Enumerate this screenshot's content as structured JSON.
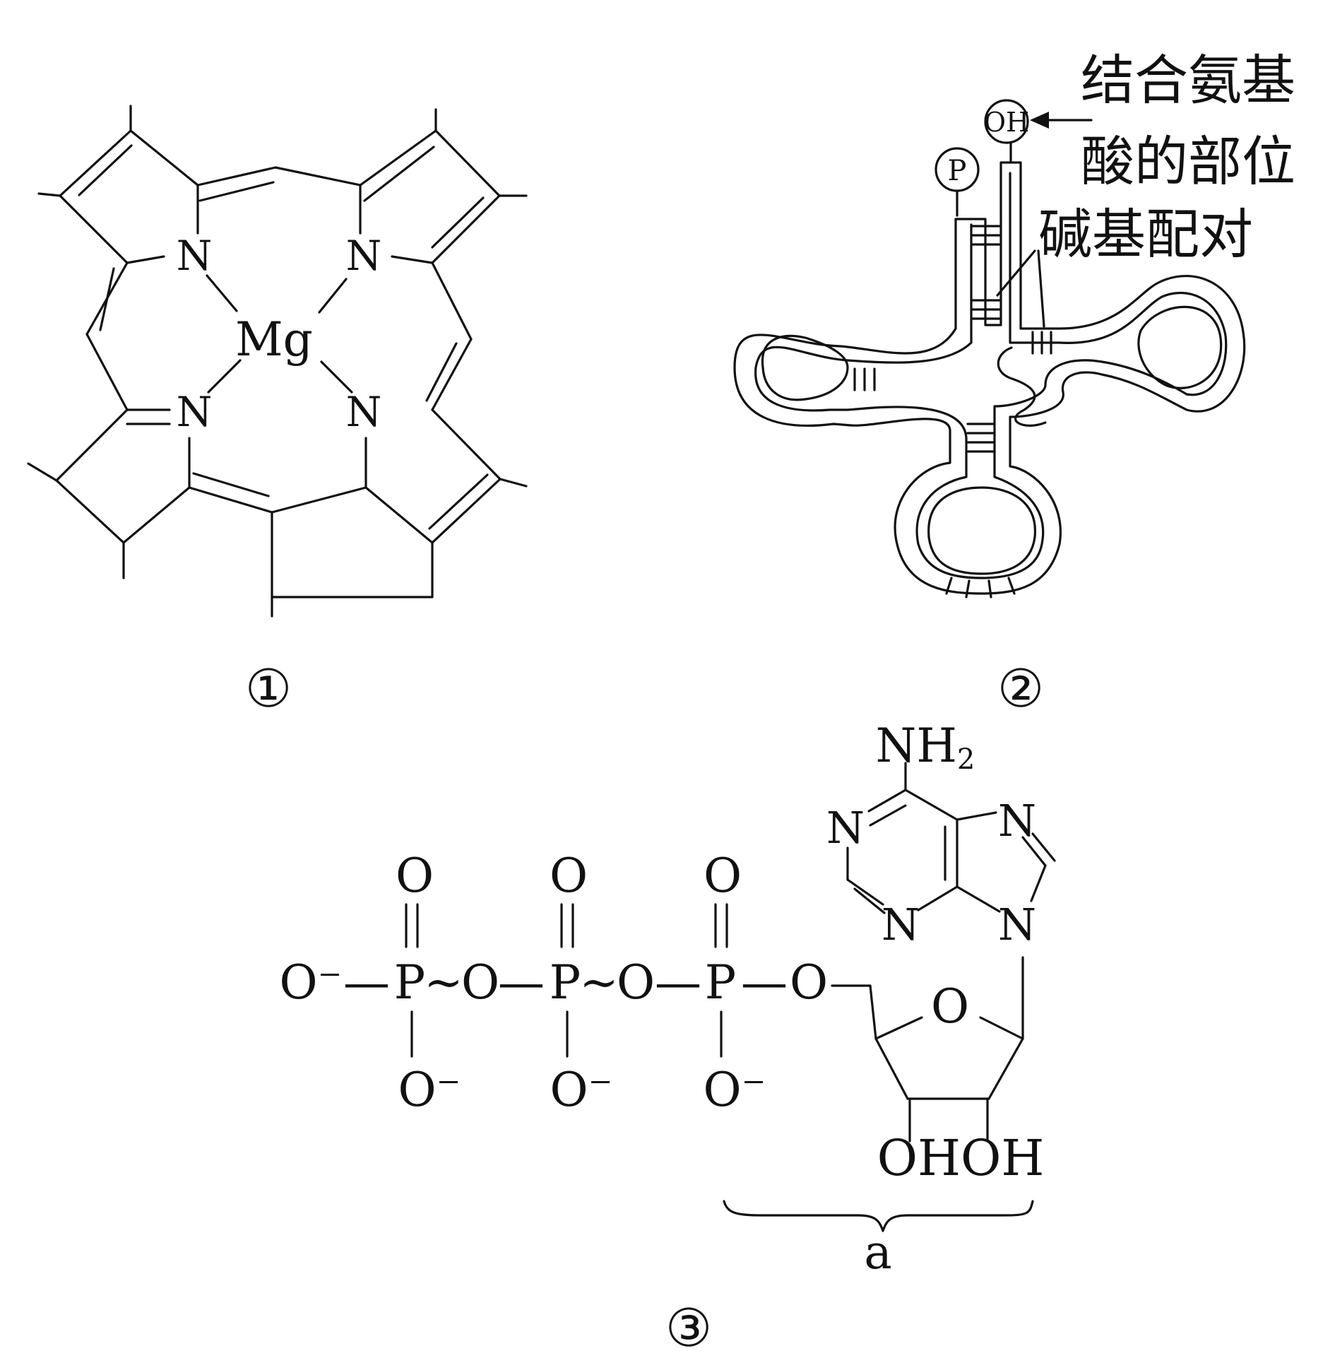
{
  "figure1": {
    "panel_label": "①",
    "center_atom": "Mg",
    "n_atom": "N"
  },
  "figure2": {
    "panel_label": "②",
    "phosphate_mark": "P",
    "hydroxyl_mark": "OH",
    "annotation_amino_acid_site": [
      "结合氨基",
      "酸的部位"
    ],
    "annotation_base_pairing": "碱基配对"
  },
  "figure3": {
    "panel_label": "③",
    "o_minus": "O⁻",
    "p": "P",
    "o": "O",
    "tilde": "~",
    "dash": "—",
    "n": "N",
    "nh2_base": "NH",
    "nh2_sub": "2",
    "ring_o": "O",
    "diol": "OHOH",
    "brace_label": "a"
  }
}
